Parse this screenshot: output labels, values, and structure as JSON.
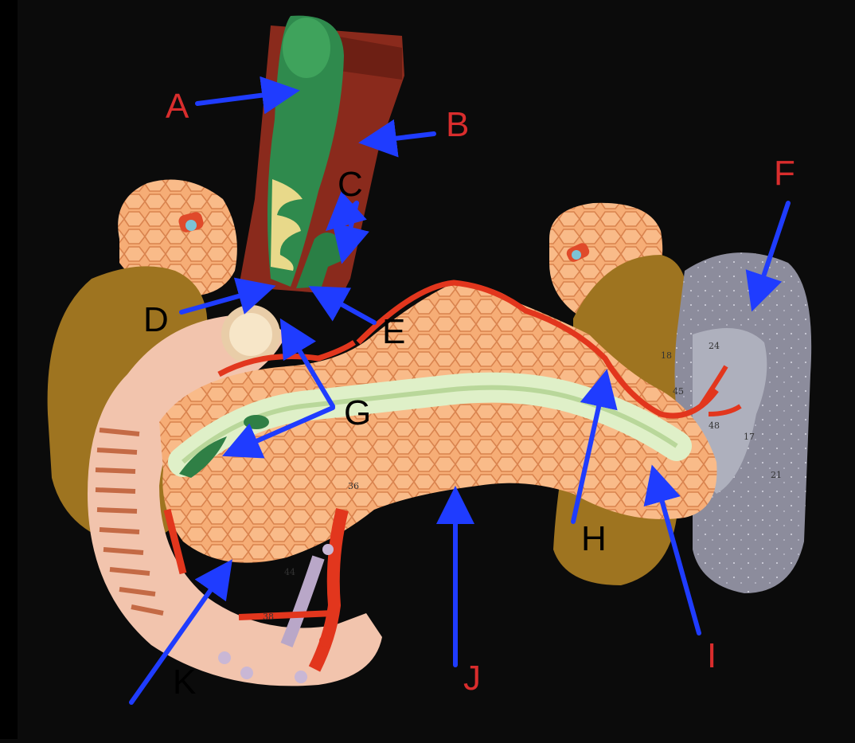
{
  "photo": {
    "subject": "anatomical model of pancreas, duodenum, gallbladder, liver segment and spleen",
    "background_color": "#0b0b0b"
  },
  "labels": [
    {
      "id": "A",
      "text": "A",
      "color": "#d92d2d"
    },
    {
      "id": "B",
      "text": "B",
      "color": "#d92d2d"
    },
    {
      "id": "C",
      "text": "C",
      "color": "#000000"
    },
    {
      "id": "D",
      "text": "D",
      "color": "#000000"
    },
    {
      "id": "E",
      "text": "E",
      "color": "#000000"
    },
    {
      "id": "F",
      "text": "F",
      "color": "#d92d2d"
    },
    {
      "id": "G",
      "text": "G",
      "color": "#000000"
    },
    {
      "id": "H",
      "text": "H",
      "color": "#000000"
    },
    {
      "id": "I",
      "text": "I",
      "color": "#d92d2d"
    },
    {
      "id": "J",
      "text": "J",
      "color": "#d92d2d"
    },
    {
      "id": "K",
      "text": "K",
      "color": "#000000"
    }
  ],
  "arrow_color": "#1f3cff",
  "model_numbers": [
    "24",
    "18",
    "45",
    "48",
    "17",
    "21",
    "36",
    "44",
    "38"
  ]
}
